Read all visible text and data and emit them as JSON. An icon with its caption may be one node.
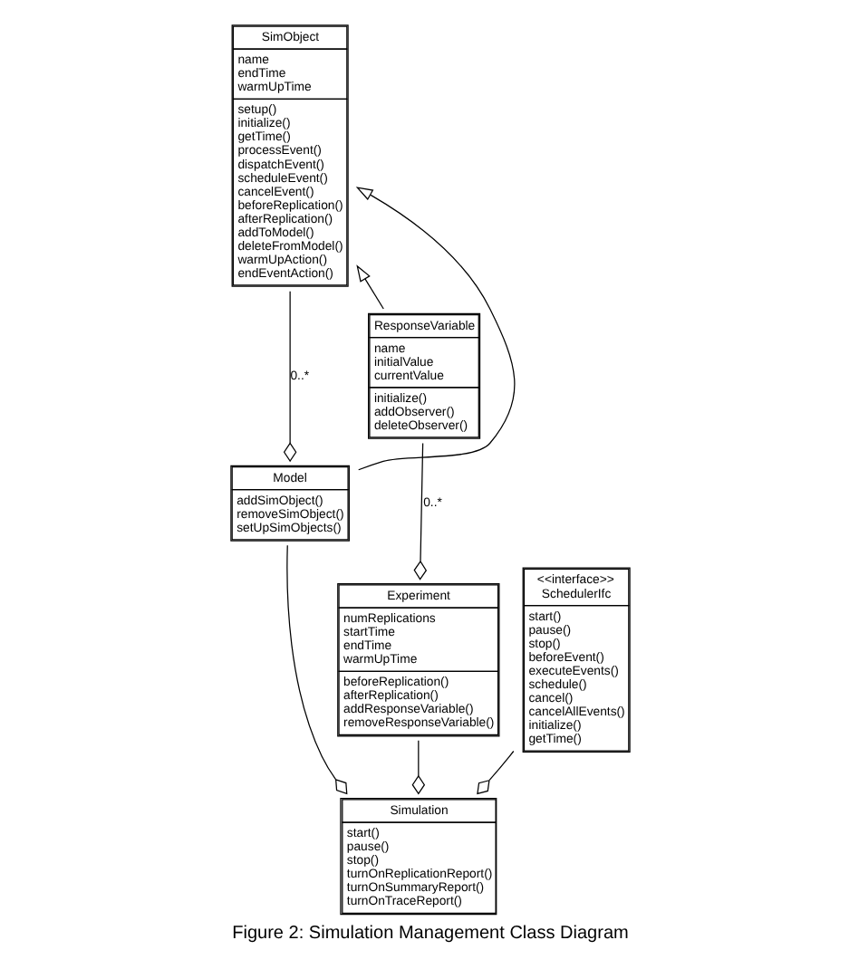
{
  "diagram": {
    "caption": "Figure 2: Simulation Management Class Diagram",
    "nodes": [
      {
        "text": [
          "SimObject",
          "name endTime warmUpTime",
          "setup() initialize() getTime() processEvent() dispatchEvent() scheduleEvent() cancelEvent() beforeReplication() afterReplication() addToModel() deleteFromModel() warmUpAction() endEventAction()"
        ]
      },
      {
        "text": [
          "ResponseVariable",
          "name initialValue currentValue",
          "initialize() addObserver() deleteObserver()"
        ]
      },
      {
        "text": [
          "Model",
          "addSimObject() removeSimObject() setUpSimObjects()"
        ]
      },
      {
        "text": [
          "Experiment",
          "numReplications startTime endTime warmUpTime",
          "beforeReplication() afterReplication() addResponseVariable() removeResponseVariable()"
        ]
      },
      {
        "text": [
          "Simulation",
          "start() pause() stop() turnOnReplicationReport() turnOnSummaryReport() turnOnTraceReport()"
        ]
      },
      {
        "text": [
          "<<interface>>",
          "SchedulerIfc",
          "start() pause() stop() beforeEvent() executeEvents() schedule() cancel() cancelAllEvents() initialize() getTime()"
        ]
      }
    ],
    "edges": [
      {
        "from": 1,
        "to": 0,
        "arrow": "to"
      },
      {
        "from": 2,
        "to": 0,
        "arrow": "to"
      },
      {
        "from": 0,
        "to": 2,
        "arrow": "other",
        "label": "0..*"
      },
      {
        "from": 1,
        "to": 3,
        "arrow": "other",
        "label": "0..*"
      },
      {
        "from": 2,
        "to": 4,
        "arrow": "other"
      },
      {
        "from": 3,
        "to": 4,
        "arrow": "other"
      },
      {
        "from": 5,
        "to": 4,
        "arrow": "other"
      }
    ]
  }
}
